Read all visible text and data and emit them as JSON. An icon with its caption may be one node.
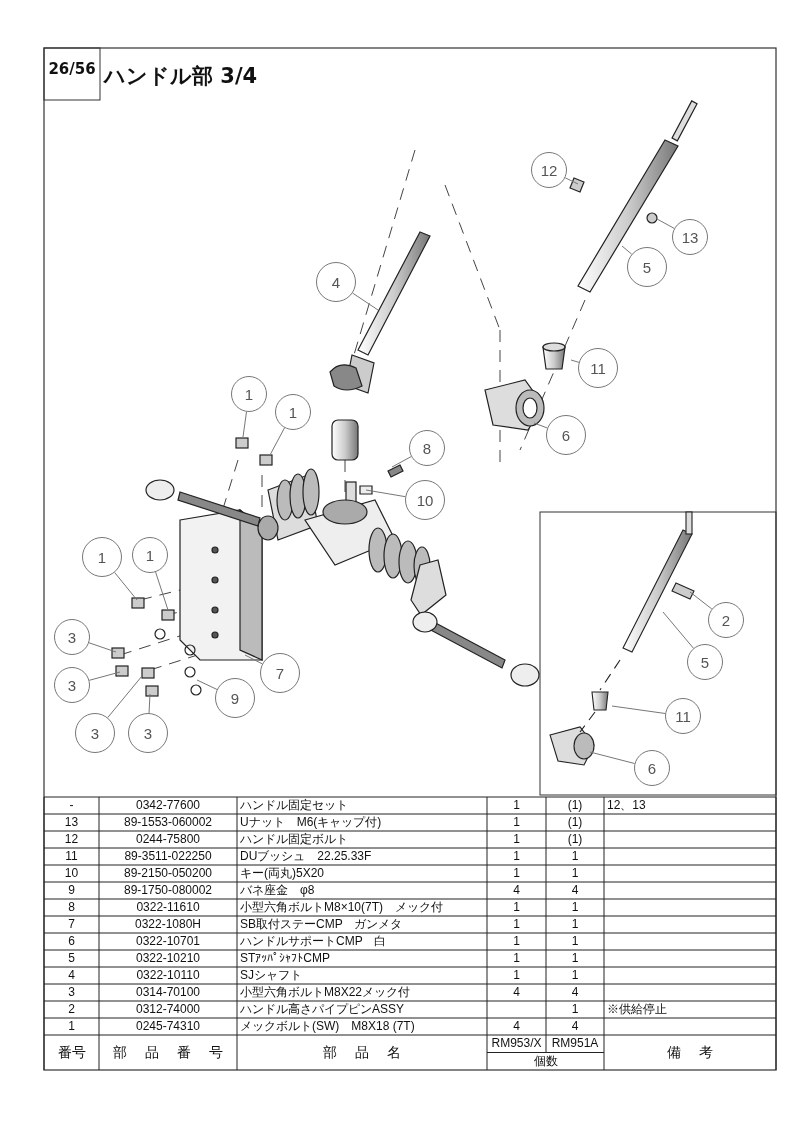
{
  "diagram": {
    "title": "ハンドル部 3/4",
    "nodes": [
      {
        "text": [
          "12"
        ]
      },
      {
        "text": [
          "13"
        ]
      },
      {
        "text": [
          "4"
        ]
      },
      {
        "text": [
          "5"
        ]
      },
      {
        "text": [
          "11"
        ]
      },
      {
        "text": [
          "1"
        ]
      },
      {
        "text": [
          "1"
        ]
      },
      {
        "text": [
          "6"
        ]
      },
      {
        "text": [
          "8"
        ]
      },
      {
        "text": [
          "10"
        ]
      },
      {
        "text": [
          "1"
        ]
      },
      {
        "text": [
          "1"
        ]
      },
      {
        "text": [
          "2"
        ]
      },
      {
        "text": [
          "3"
        ]
      },
      {
        "text": [
          "5"
        ]
      },
      {
        "text": [
          "7"
        ]
      },
      {
        "text": [
          "3"
        ]
      },
      {
        "text": [
          "9"
        ]
      },
      {
        "text": [
          "11"
        ]
      },
      {
        "text": [
          "3"
        ]
      },
      {
        "text": [
          "3"
        ]
      },
      {
        "text": [
          "6"
        ]
      }
    ],
    "edges": [
      {
        "from": 0,
        "to": null,
        "arrow": "none"
      },
      {
        "from": 1,
        "to": null,
        "arrow": "none"
      },
      {
        "from": 2,
        "to": null,
        "arrow": "none"
      },
      {
        "from": 3,
        "to": null,
        "arrow": "none"
      },
      {
        "from": 4,
        "to": null,
        "arrow": "none"
      },
      {
        "from": 5,
        "to": null,
        "arrow": "none"
      },
      {
        "from": 6,
        "to": null,
        "arrow": "none"
      },
      {
        "from": 7,
        "to": null,
        "arrow": "none"
      },
      {
        "from": 8,
        "to": null,
        "arrow": "none"
      },
      {
        "from": 9,
        "to": null,
        "arrow": "none"
      },
      {
        "from": 10,
        "to": null,
        "arrow": "none"
      },
      {
        "from": 11,
        "to": null,
        "arrow": "none"
      },
      {
        "from": 12,
        "to": null,
        "arrow": "none"
      },
      {
        "from": 13,
        "to": null,
        "arrow": "none"
      },
      {
        "from": 14,
        "to": null,
        "arrow": "none"
      },
      {
        "from": 15,
        "to": null,
        "arrow": "none"
      },
      {
        "from": 16,
        "to": null,
        "arrow": "none"
      },
      {
        "from": 17,
        "to": null,
        "arrow": "none"
      },
      {
        "from": 18,
        "to": null,
        "arrow": "none"
      },
      {
        "from": 19,
        "to": null,
        "arrow": "none"
      },
      {
        "from": 20,
        "to": null,
        "arrow": "none"
      },
      {
        "from": 21,
        "to": null,
        "arrow": "none"
      }
    ],
    "labels": [
      "26/56",
      "-",
      "0342-77600",
      "ハンドル固定セット",
      "1",
      "(1)",
      "12、13",
      "13",
      "89-1553-060002",
      "Uナット　M6(キャップ付)",
      "1",
      "(1)",
      "12",
      "0244-75800",
      "ハンドル固定ボルト",
      "1",
      "(1)",
      "11",
      "89-3511-022250",
      "DUブッシュ　22.25.33F",
      "1",
      "1",
      "10",
      "89-2150-050200",
      "キー(両丸)5X20",
      "1",
      "1",
      "9",
      "89-1750-080002",
      "バネ座金　φ8",
      "4",
      "4",
      "8",
      "0322-11610",
      "小型六角ボルトM8×10(7T)　メック付",
      "1",
      "1",
      "7",
      "0322-1080H",
      "SB取付ステーCMP　ガンメタ",
      "1",
      "1",
      "6",
      "0322-10701",
      "ハンドルサポートCMP　白",
      "1",
      "1",
      "5",
      "0322-10210",
      "STｱｯﾊﾟｼｬﾌﾄCMP",
      "1",
      "1",
      "4",
      "0322-10110",
      "SJシャフト",
      "1",
      "1",
      "3",
      "0314-70100",
      "小型六角ボルトM8X22メック付",
      "4",
      "4",
      "2",
      "0312-74000",
      "ハンドル高さパイプピンASSY",
      "1",
      "※供給停止",
      "1",
      "0245-74310",
      "メックボルト(SW)　M8X18 (7T)",
      "4",
      "4",
      "番号",
      "部 品 番 号",
      "部 品 名",
      "RM953/X",
      "RM951A",
      "個数",
      "備 考"
    ]
  }
}
